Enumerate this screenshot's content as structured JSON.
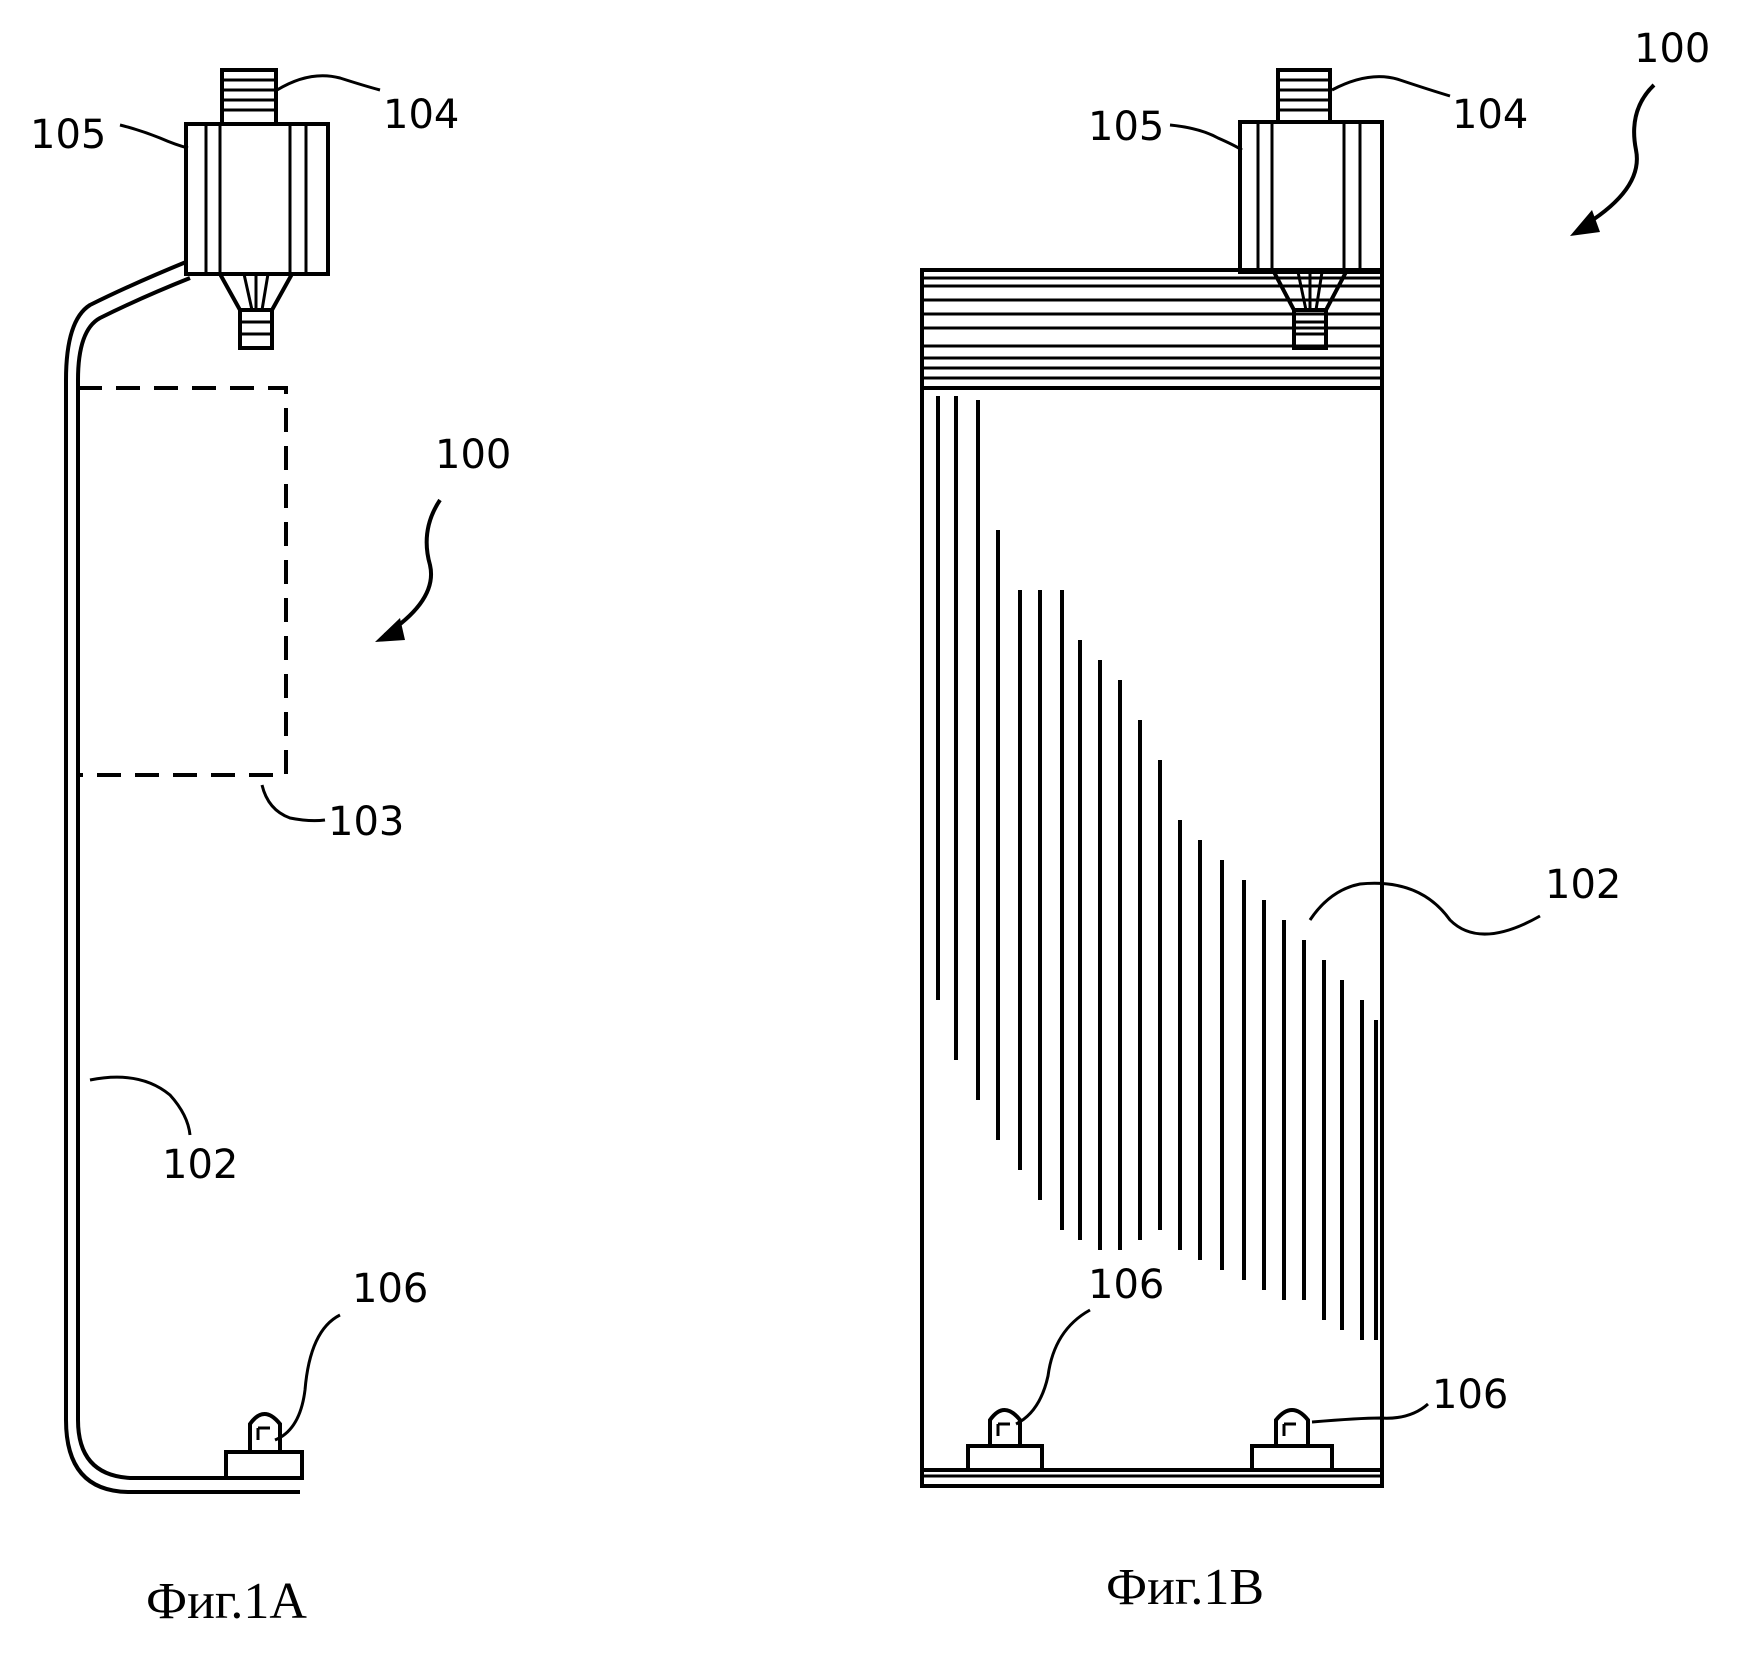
{
  "figures": [
    {
      "id": "fig1a",
      "caption": "Фиг.1А",
      "labels": {
        "connector_cap": "104",
        "connector_body": "105",
        "assembly": "100",
        "panel_region": "103",
        "flexible_line": "102",
        "fastener": "106"
      }
    },
    {
      "id": "fig1b",
      "caption": "Фиг.1В",
      "labels": {
        "assembly": "100",
        "connector_cap": "104",
        "connector_body": "105",
        "panel": "102",
        "fastener_left": "106",
        "fastener_right": "106"
      }
    }
  ],
  "colors": {
    "ink": "#000000",
    "paper": "#ffffff"
  }
}
